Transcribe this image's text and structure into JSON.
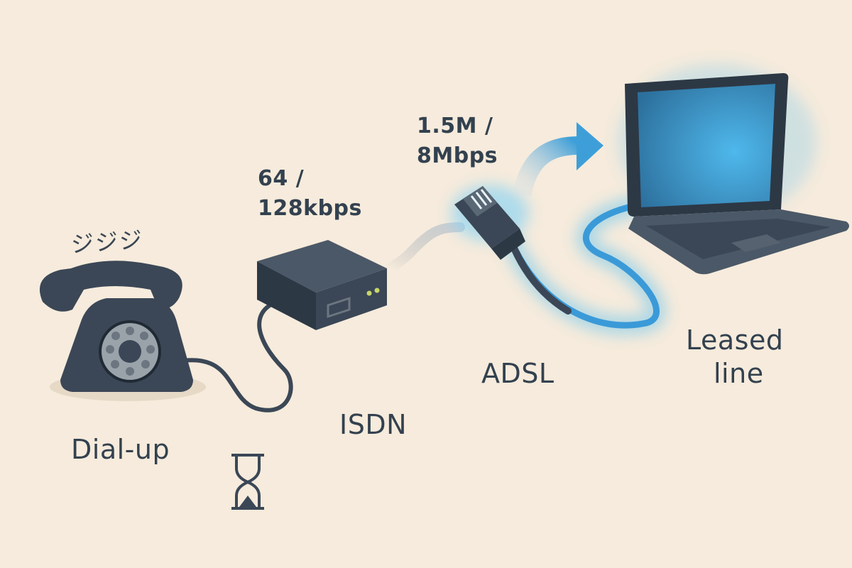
{
  "stages": {
    "dialup": {
      "label": "Dial-up",
      "sound": "ジジジ"
    },
    "isdn": {
      "label": "ISDN",
      "speed_line1": "64 /",
      "speed_line2": "128kbps"
    },
    "adsl": {
      "label": "ADSL",
      "speed_line1": "1.5M /",
      "speed_line2": "8Mbps"
    },
    "leased": {
      "label_line1": "Leased",
      "label_line2": "line"
    }
  },
  "icons": [
    "telephone-icon",
    "hourglass-icon",
    "isdn-modem-icon",
    "ethernet-plug-icon",
    "laptop-icon",
    "arrow-icon"
  ],
  "colors": {
    "background": "#f6ebdc",
    "device": "#3b4756",
    "accent_blue": "#3aa0dd",
    "text": "#33414f"
  }
}
